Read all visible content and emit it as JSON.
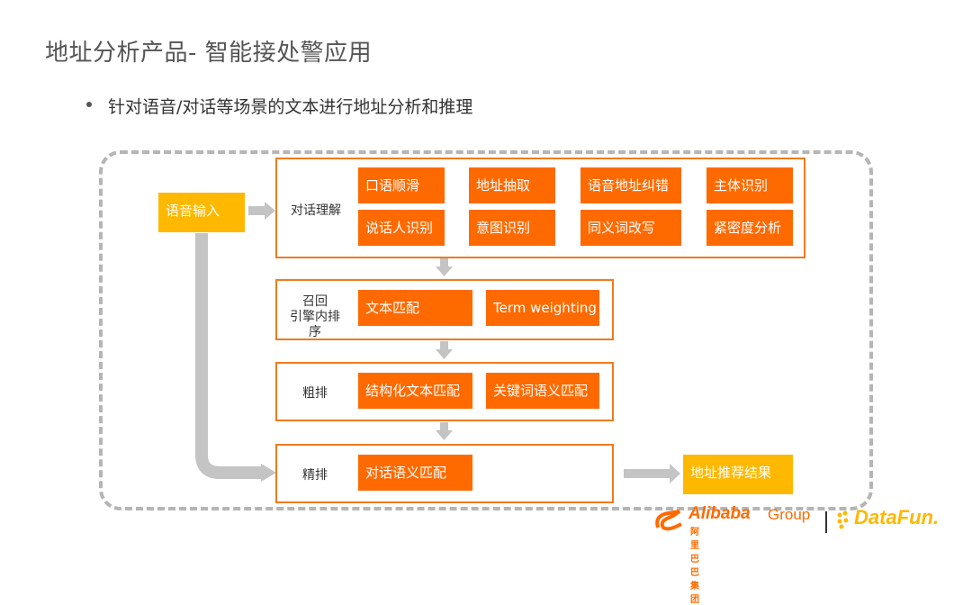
{
  "slide": {
    "title": "地址分析产品- 智能接处警应用",
    "bullet": "针对语音/对话等场景的文本进行地址分析和推理"
  },
  "diagram": {
    "input": "语音输入",
    "output": "地址推荐结果",
    "stages": [
      {
        "label": "对话理解",
        "items": [
          "口语顺滑",
          "地址抽取",
          "语音地址纠错",
          "主体识别",
          "说话人识别",
          "意图识别",
          "同义词改写",
          "紧密度分析"
        ]
      },
      {
        "label": "召回\n引擎内排序",
        "label_lines": [
          "召回",
          "引擎内排",
          "序"
        ],
        "items": [
          "文本匹配",
          "Term weighting"
        ]
      },
      {
        "label": "粗排",
        "items": [
          "结构化文本匹配",
          "关键词语义匹配"
        ]
      },
      {
        "label": "精排",
        "items": [
          "对话语义匹配"
        ]
      }
    ]
  },
  "logos": {
    "alibaba_en": "Alibaba",
    "alibaba_group": "Group",
    "alibaba_cn": "阿里巴巴集团",
    "datafun": "DataFun."
  },
  "colors": {
    "orange": "#ff6a00",
    "yellow": "#ffb800",
    "stage_border": "#f07a1e",
    "arrow_gray": "#c4c4c4",
    "dash_gray": "#b5b5b5"
  }
}
